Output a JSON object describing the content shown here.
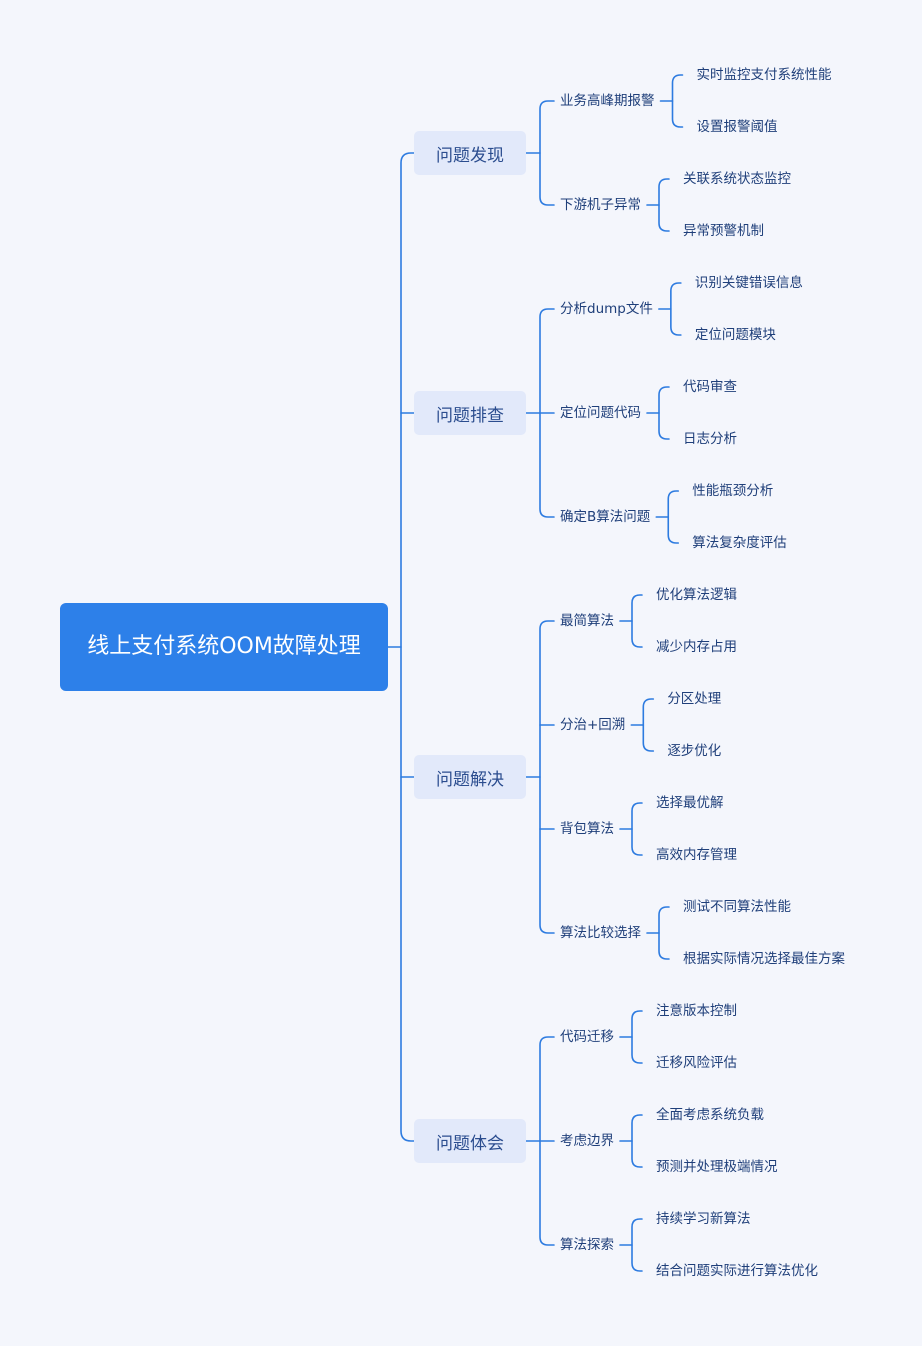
{
  "root": {
    "title": "线上支付系统OOM故障处理"
  },
  "colors": {
    "accent": "#2d80e9",
    "line": "#2d7be0",
    "branch_bg": "#e2e9fa",
    "text": "#1f3f7a"
  },
  "branches": [
    {
      "label": "问题发现",
      "children": [
        {
          "label": "业务高峰期报警",
          "leaves": [
            "实时监控支付系统性能",
            "设置报警阈值"
          ]
        },
        {
          "label": "下游机子异常",
          "leaves": [
            "关联系统状态监控",
            "异常预警机制"
          ]
        }
      ]
    },
    {
      "label": "问题排查",
      "children": [
        {
          "label": "分析dump文件",
          "leaves": [
            "识别关键错误信息",
            "定位问题模块"
          ]
        },
        {
          "label": "定位问题代码",
          "leaves": [
            "代码审查",
            "日志分析"
          ]
        },
        {
          "label": "确定B算法问题",
          "leaves": [
            "性能瓶颈分析",
            "算法复杂度评估"
          ]
        }
      ]
    },
    {
      "label": "问题解决",
      "children": [
        {
          "label": "最简算法",
          "leaves": [
            "优化算法逻辑",
            "减少内存占用"
          ]
        },
        {
          "label": "分治+回溯",
          "leaves": [
            "分区处理",
            "逐步优化"
          ]
        },
        {
          "label": "背包算法",
          "leaves": [
            "选择最优解",
            "高效内存管理"
          ]
        },
        {
          "label": "算法比较选择",
          "leaves": [
            "测试不同算法性能",
            "根据实际情况选择最佳方案"
          ]
        }
      ]
    },
    {
      "label": "问题体会",
      "children": [
        {
          "label": "代码迁移",
          "leaves": [
            "注意版本控制",
            "迁移风险评估"
          ]
        },
        {
          "label": "考虑边界",
          "leaves": [
            "全面考虑系统负载",
            "预测并处理极端情况"
          ]
        },
        {
          "label": "算法探索",
          "leaves": [
            "持续学习新算法",
            "结合问题实际进行算法优化"
          ]
        }
      ]
    }
  ]
}
